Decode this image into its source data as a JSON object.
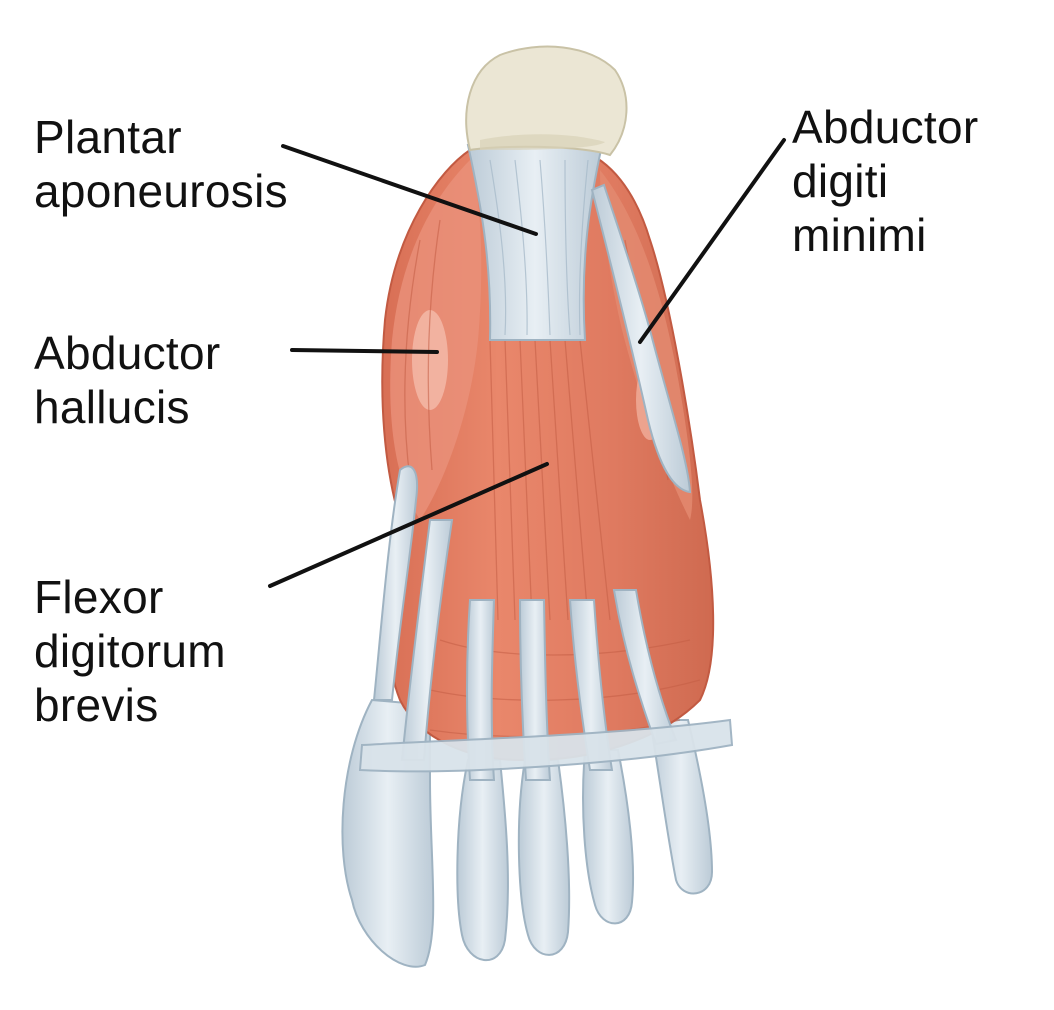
{
  "labels": {
    "plantar_aponeurosis": {
      "line1": "Plantar",
      "line2": "aponeurosis"
    },
    "abductor_hallucis": {
      "line1": "Abductor",
      "line2": "hallucis"
    },
    "flexor_digitorum_brevis": {
      "line1": "Flexor",
      "line2": "digitorum",
      "line3": "brevis"
    },
    "abductor_digiti_minimi": {
      "line1": "Abductor",
      "line2": "digiti",
      "line3": "minimi"
    }
  },
  "colors": {
    "muscle": "#df7a60",
    "muscle_dark": "#c9604a",
    "muscle_highlight": "#f1a58e",
    "tendon": "#cfdbe4",
    "tendon_highlight": "#eef3f7",
    "tendon_outline": "#9fb3c2",
    "heel_bone": "#ebe6d4",
    "leader_line": "#111111"
  }
}
